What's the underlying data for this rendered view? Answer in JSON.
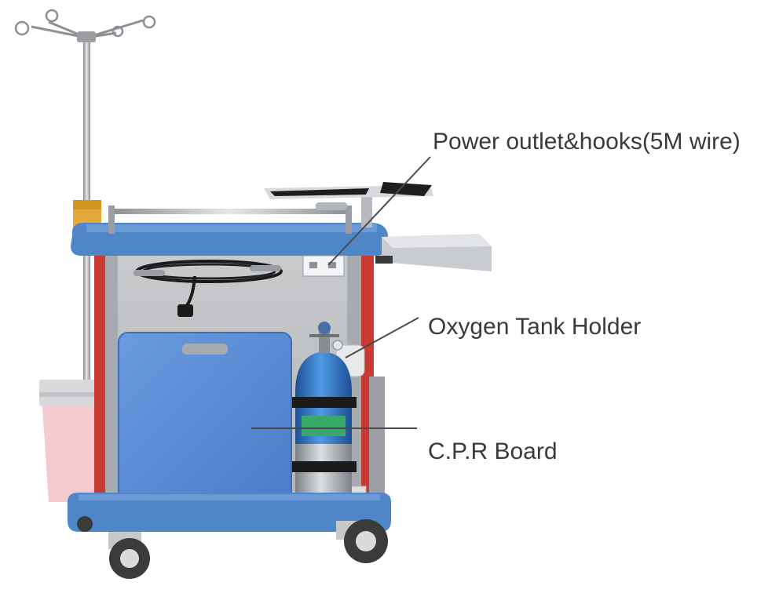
{
  "callouts": {
    "power_outlet": "Power outlet&hooks(5M wire)",
    "oxygen_tank_holder": "Oxygen Tank Holder",
    "cpr_board": "C.P.R Board"
  },
  "colors": {
    "cart_blue": "#4f86c8",
    "frame_grey": "#b9bcc0",
    "accent_red": "#c83a32",
    "cylinder_blue": "#2f73c4",
    "cylinder_silver": "#a9adb2",
    "bin_pink": "#f4c9cf",
    "callout_line": "#4a4a4a"
  }
}
